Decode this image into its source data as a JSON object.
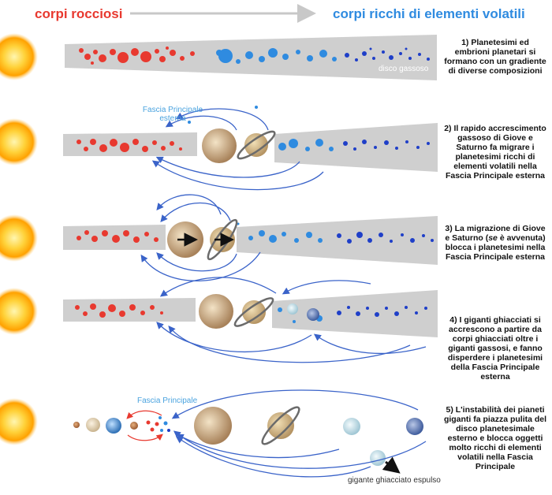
{
  "header": {
    "left_label": "corpi rocciosi",
    "right_label": "corpi ricchi di elementi volatili"
  },
  "colors": {
    "rocky": "#e8392f",
    "volatile": "#2f8be0",
    "volatile_dark": "#1f3fc8",
    "arrow_gray": "#c8c8c8",
    "disk_gray": "#cfcfcf",
    "sun": "#ffb300"
  },
  "labels": {
    "disk": "disco gassoso",
    "outer_belt": "Fascia Principale esterna",
    "belt": "Fascia Principale",
    "ejected": "gigante ghiacciato espulso"
  },
  "steps": {
    "s1": "1) Planetesimi ed embrioni planetari si formano con un gradiente di diverse composizioni",
    "s2": "2) Il rapido accrescimento gassoso di Giove e Saturno fa migrare i planetesimi ricchi di elementi volatili nella Fascia Principale esterna",
    "s3_a": "3) La migrazione di Giove e Saturno (",
    "s3_em": "se",
    "s3_b": " è avvenuta) blocca i planetesimi nella Fascia Principale esterna",
    "s4": "4) I giganti ghiacciati si accrescono a partire da corpi ghiacciati oltre i giganti gassosi, e fanno disperdere i planetesimi della Fascia Principale esterna",
    "s5": "5) L'instabilità dei pianeti giganti fa piazza pulita del disco planetesimale esterno e blocca oggetti molto ricchi di elementi volatili nella Fascia Principale"
  }
}
